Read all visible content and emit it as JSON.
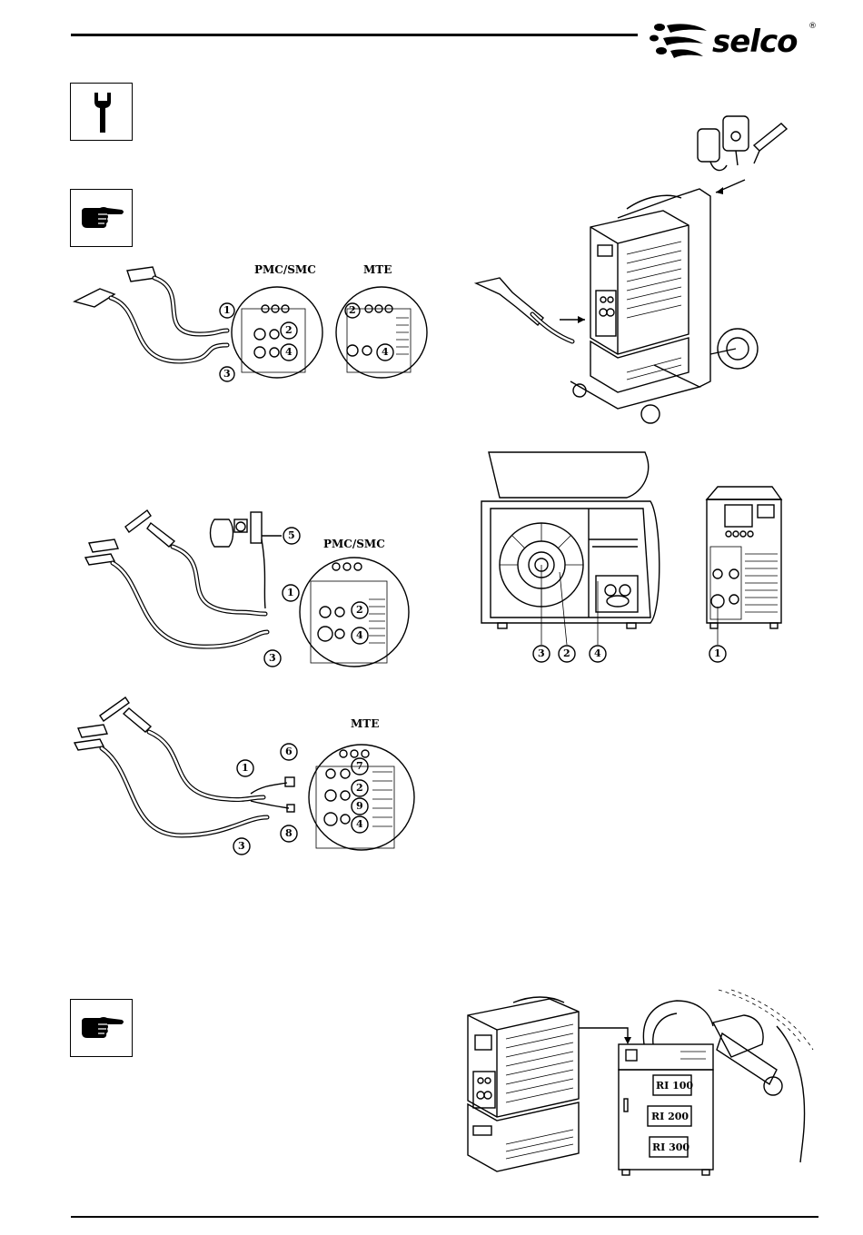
{
  "header": {
    "brand": "selco",
    "registered": "®"
  },
  "figures": {
    "mma_connection": {
      "label_left": "PMC/SMC",
      "label_right": "MTE",
      "callouts": [
        "1",
        "2",
        "3",
        "4"
      ],
      "callouts_right": [
        "2",
        "4"
      ]
    },
    "tig_pmc_connection": {
      "label": "PMC/SMC",
      "callouts": [
        "1",
        "2",
        "3",
        "4",
        "5"
      ]
    },
    "tig_mte_connection": {
      "label": "MTE",
      "callouts": [
        "1",
        "2",
        "3",
        "4",
        "6",
        "7",
        "8",
        "9"
      ]
    },
    "wire_feeder": {
      "callouts": [
        "3",
        "2",
        "4",
        "1"
      ]
    },
    "robot_interface": {
      "rack_labels": [
        "RI 100",
        "RI 200",
        "RI 300"
      ]
    }
  },
  "colors": {
    "ink": "#000000",
    "paper": "#ffffff"
  }
}
